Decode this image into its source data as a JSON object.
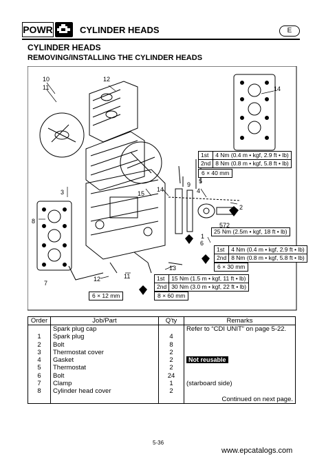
{
  "header": {
    "section_code": "POWR",
    "icon": "engine-icon",
    "title": "CYLINDER HEADS",
    "lang": "E"
  },
  "section": {
    "title": "CYLINDER HEADS",
    "subtitle": "REMOVING/INSTALLING THE CYLINDER HEADS"
  },
  "diagram": {
    "callouts": [
      "10",
      "11",
      "12",
      "13",
      "14",
      "15",
      "1",
      "2",
      "3",
      "4",
      "5",
      "6",
      "7",
      "8",
      "9"
    ],
    "spec_1": [
      {
        "step": "1st",
        "value": "4 Nm (0.4 m • kgf, 2.9 ft • lb)"
      },
      {
        "step": "2nd",
        "value": "8 Nm (0.8 m • kgf, 5.8 ft • lb)"
      }
    ],
    "spec_1_size": "6 × 40 mm",
    "spec_2": "25 Nm (2.5m • kgf, 18 ft • lb)",
    "spec_3": [
      {
        "step": "1st",
        "value": "4 Nm (0.4 m • kgf, 2.9 ft • lb)"
      },
      {
        "step": "2nd",
        "value": "8 Nm (0.8 m • kgf, 5.8 ft • lb)"
      }
    ],
    "spec_3_size": "6 × 30 mm",
    "spec_4": [
      {
        "step": "1st",
        "value": "15 Nm (1.5 m • kgf, 11 ft • lb)"
      },
      {
        "step": "2nd",
        "value": "30 Nm (3.0 m • kgf, 22 ft • lb)"
      }
    ],
    "spec_4_size": "8 × 60 mm",
    "left_size": "6 × 12 mm",
    "sealant_code": "572"
  },
  "parts_table": {
    "headers": [
      "Order",
      "Job/Part",
      "Q'ty",
      "Remarks"
    ],
    "rows": [
      {
        "order": "",
        "part": "Spark plug cap",
        "qty": "",
        "remarks": "Refer to “CDI UNIT” on page 5-22."
      },
      {
        "order": "1",
        "part": "Spark plug",
        "qty": "4",
        "remarks": ""
      },
      {
        "order": "2",
        "part": "Bolt",
        "qty": "8",
        "remarks": ""
      },
      {
        "order": "3",
        "part": "Thermostat cover",
        "qty": "2",
        "remarks": ""
      },
      {
        "order": "4",
        "part": "Gasket",
        "qty": "2",
        "remarks": "Not reusable"
      },
      {
        "order": "5",
        "part": "Thermostat",
        "qty": "2",
        "remarks": ""
      },
      {
        "order": "6",
        "part": "Bolt",
        "qty": "24",
        "remarks": ""
      },
      {
        "order": "7",
        "part": "Clamp",
        "qty": "1",
        "remarks": "(starboard side)"
      },
      {
        "order": "8",
        "part": "Cylinder head cover",
        "qty": "2",
        "remarks": ""
      },
      {
        "order": "",
        "part": "",
        "qty": "",
        "remarks": "Continued on next page."
      }
    ]
  },
  "footer": {
    "page": "5-36",
    "watermark": "www.epcatalogs.com"
  }
}
